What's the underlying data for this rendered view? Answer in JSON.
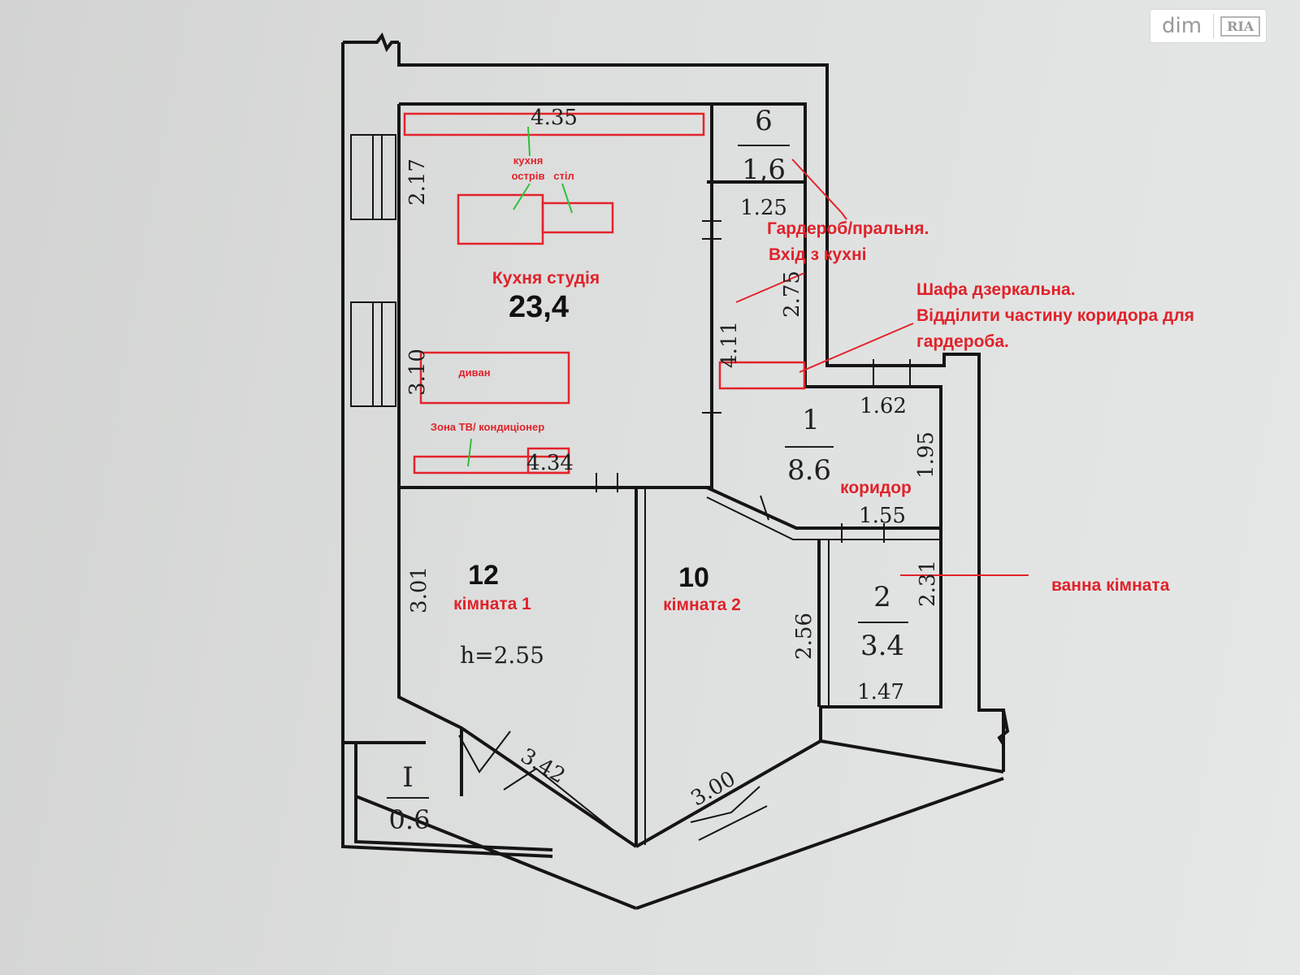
{
  "watermark": {
    "brand": "dim",
    "sub": "RIA"
  },
  "rooms": {
    "kitchen": {
      "label": "Кухня студія",
      "area": "23,4"
    },
    "wardrobe": {
      "num": "6",
      "area": "1,6"
    },
    "corridor": {
      "num": "1",
      "area": "8.6",
      "label": "коридор"
    },
    "room1": {
      "area": "12",
      "label": "кімната 1",
      "height": "h=2.55"
    },
    "room2": {
      "area": "10",
      "label": "кімната 2"
    },
    "bathroom": {
      "num": "2",
      "area": "3.4"
    },
    "balcony": {
      "num": "I",
      "area": "0.6"
    }
  },
  "dimensions": {
    "kitchen_top": "4.35",
    "kitchen_left_top": "2.17",
    "kitchen_left_bottom": "3.10",
    "kitchen_bottom": "4.34",
    "kitchen_right": "4.11",
    "wardrobe_width": "1.25",
    "wardrobe_height": "2.75",
    "corridor_top": "1.62",
    "corridor_right": "1.95",
    "corridor_bottom": "1.55",
    "room1_left": "3.01",
    "room1_bottom": "3.42",
    "room2_right": "2.56",
    "room2_bottom": "3.00",
    "bath_right": "2.31",
    "bath_bottom": "1.47"
  },
  "annotations": {
    "island": "острів",
    "kitchen_small": "кухня",
    "table": "стіл",
    "sofa": "диван",
    "tv_zone": "Зона ТВ/ кондиціонер",
    "wardrobe_note_1": "Гардероб/пральня.",
    "wardrobe_note_2": "Вхід з кухні",
    "mirror_1": "Шафа дзеркальна.",
    "mirror_2": "Відділити частину коридора для",
    "mirror_3": "гардероба.",
    "bathroom_label": "ванна кімната"
  },
  "colors": {
    "annotation": "#e0222a",
    "leader": "#2fbf3a",
    "wall": "#151515"
  }
}
